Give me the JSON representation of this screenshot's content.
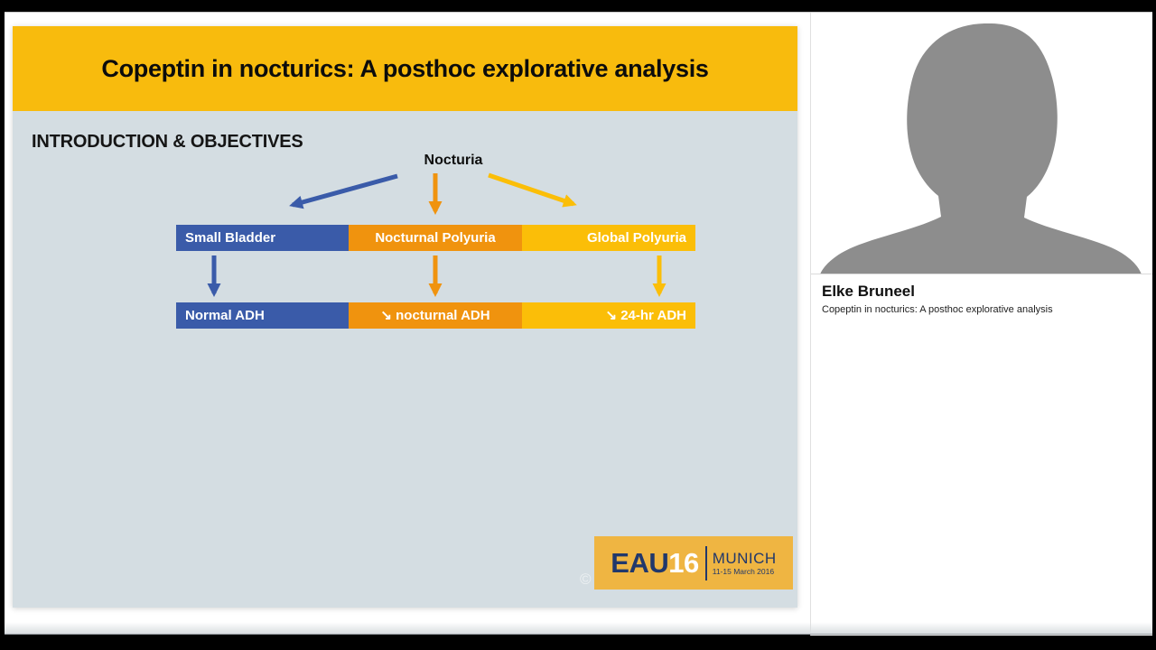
{
  "colors": {
    "title_band": "#F8BB0D",
    "slide_bg": "#D4DDE2",
    "blue": "#3A5BA9",
    "orange": "#F0930E",
    "yellow": "#FBBE08",
    "logo_bg": "#EFB542",
    "navy": "#21386B",
    "silhouette": "#8D8D8D"
  },
  "slide": {
    "title": "Copeptin in nocturics: A posthoc explorative analysis",
    "section_heading": "INTRODUCTION & OBJECTIVES",
    "flowchart": {
      "root": "Nocturia",
      "row1": [
        "Small Bladder",
        "Nocturnal Polyuria",
        "Global Polyuria"
      ],
      "row2": [
        "Normal ADH",
        "↘ nocturnal ADH",
        "↘ 24-hr ADH"
      ]
    },
    "copyright_mark": "©",
    "logo": {
      "brand": "EAU",
      "year": "16",
      "city": "MUNICH",
      "dates": "11-15 March 2016"
    }
  },
  "speaker": {
    "name": "Elke Bruneel",
    "talk_title": "Copeptin in nocturics: A posthoc explorative analysis"
  }
}
